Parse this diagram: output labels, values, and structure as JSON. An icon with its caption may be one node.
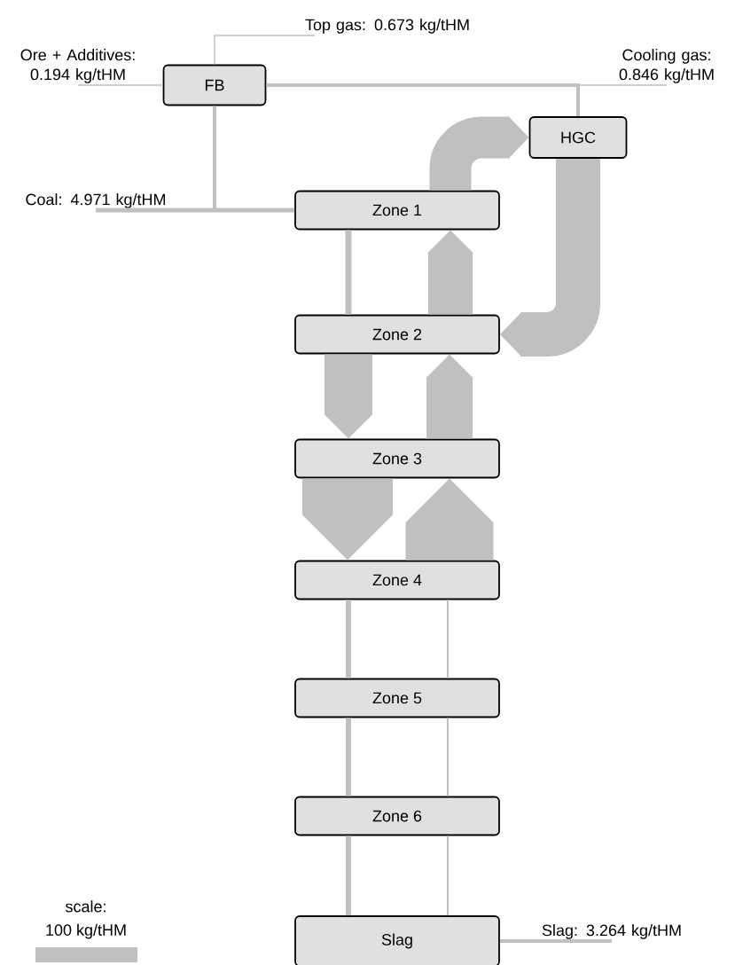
{
  "diagram": {
    "nodes": [
      {
        "text": [
          "Top gas: 0.673 kg/tHM"
        ]
      },
      {
        "text": [
          "Ore + Additives: 0.194 kg/tHM"
        ]
      },
      {
        "text": [
          "Cooling gas: 0.846 kg/tHM"
        ]
      },
      {
        "text": [
          "FB"
        ]
      },
      {
        "text": [
          "HGC"
        ]
      },
      {
        "text": [
          "Coal: 4.971 kg/tHM"
        ]
      },
      {
        "text": [
          "Zone 1"
        ]
      },
      {
        "text": [
          "Zone 2"
        ]
      },
      {
        "text": [
          "Zone 3"
        ]
      },
      {
        "text": [
          "Zone 4"
        ]
      },
      {
        "text": [
          "Zone 5"
        ]
      },
      {
        "text": [
          "Zone 6"
        ]
      },
      {
        "text": [
          "Slag"
        ]
      },
      {
        "text": [
          "Slag: 3.264 kg/tHM"
        ]
      }
    ],
    "edges": [
      {
        "from": 1,
        "to": 3,
        "arrow": "none"
      },
      {
        "from": 3,
        "to": 0,
        "arrow": "none"
      },
      {
        "from": 2,
        "to": 4,
        "arrow": "none"
      },
      {
        "from": 4,
        "to": 3,
        "arrow": "none"
      },
      {
        "from": 5,
        "to": 6,
        "arrow": "none"
      },
      {
        "from": 3,
        "to": 6,
        "arrow": "none"
      },
      {
        "from": 6,
        "to": 4,
        "arrow": "to",
        "style": "thick"
      },
      {
        "from": 4,
        "to": 7,
        "arrow": "to",
        "style": "thick"
      },
      {
        "from": 6,
        "to": 7,
        "arrow": "none"
      },
      {
        "from": 7,
        "to": 6,
        "arrow": "to",
        "style": "thick"
      },
      {
        "from": 7,
        "to": 8,
        "arrow": "to",
        "style": "thick"
      },
      {
        "from": 8,
        "to": 7,
        "arrow": "to",
        "style": "thick"
      },
      {
        "from": 8,
        "to": 9,
        "arrow": "to",
        "style": "thick"
      },
      {
        "from": 9,
        "to": 8,
        "arrow": "to",
        "style": "thick"
      },
      {
        "from": 9,
        "to": 10,
        "arrow": "none"
      },
      {
        "from": 9,
        "to": 10,
        "arrow": "none"
      },
      {
        "from": 10,
        "to": 11,
        "arrow": "none"
      },
      {
        "from": 10,
        "to": 11,
        "arrow": "none"
      },
      {
        "from": 11,
        "to": 12,
        "arrow": "none"
      },
      {
        "from": 11,
        "to": 12,
        "arrow": "none"
      },
      {
        "from": 12,
        "to": 13,
        "arrow": "none"
      }
    ],
    "labels": [
      "scale:"
    ],
    "legend": [
      {
        "text": "100 kg/tHM",
        "color": "#c0c0c0"
      }
    ]
  }
}
